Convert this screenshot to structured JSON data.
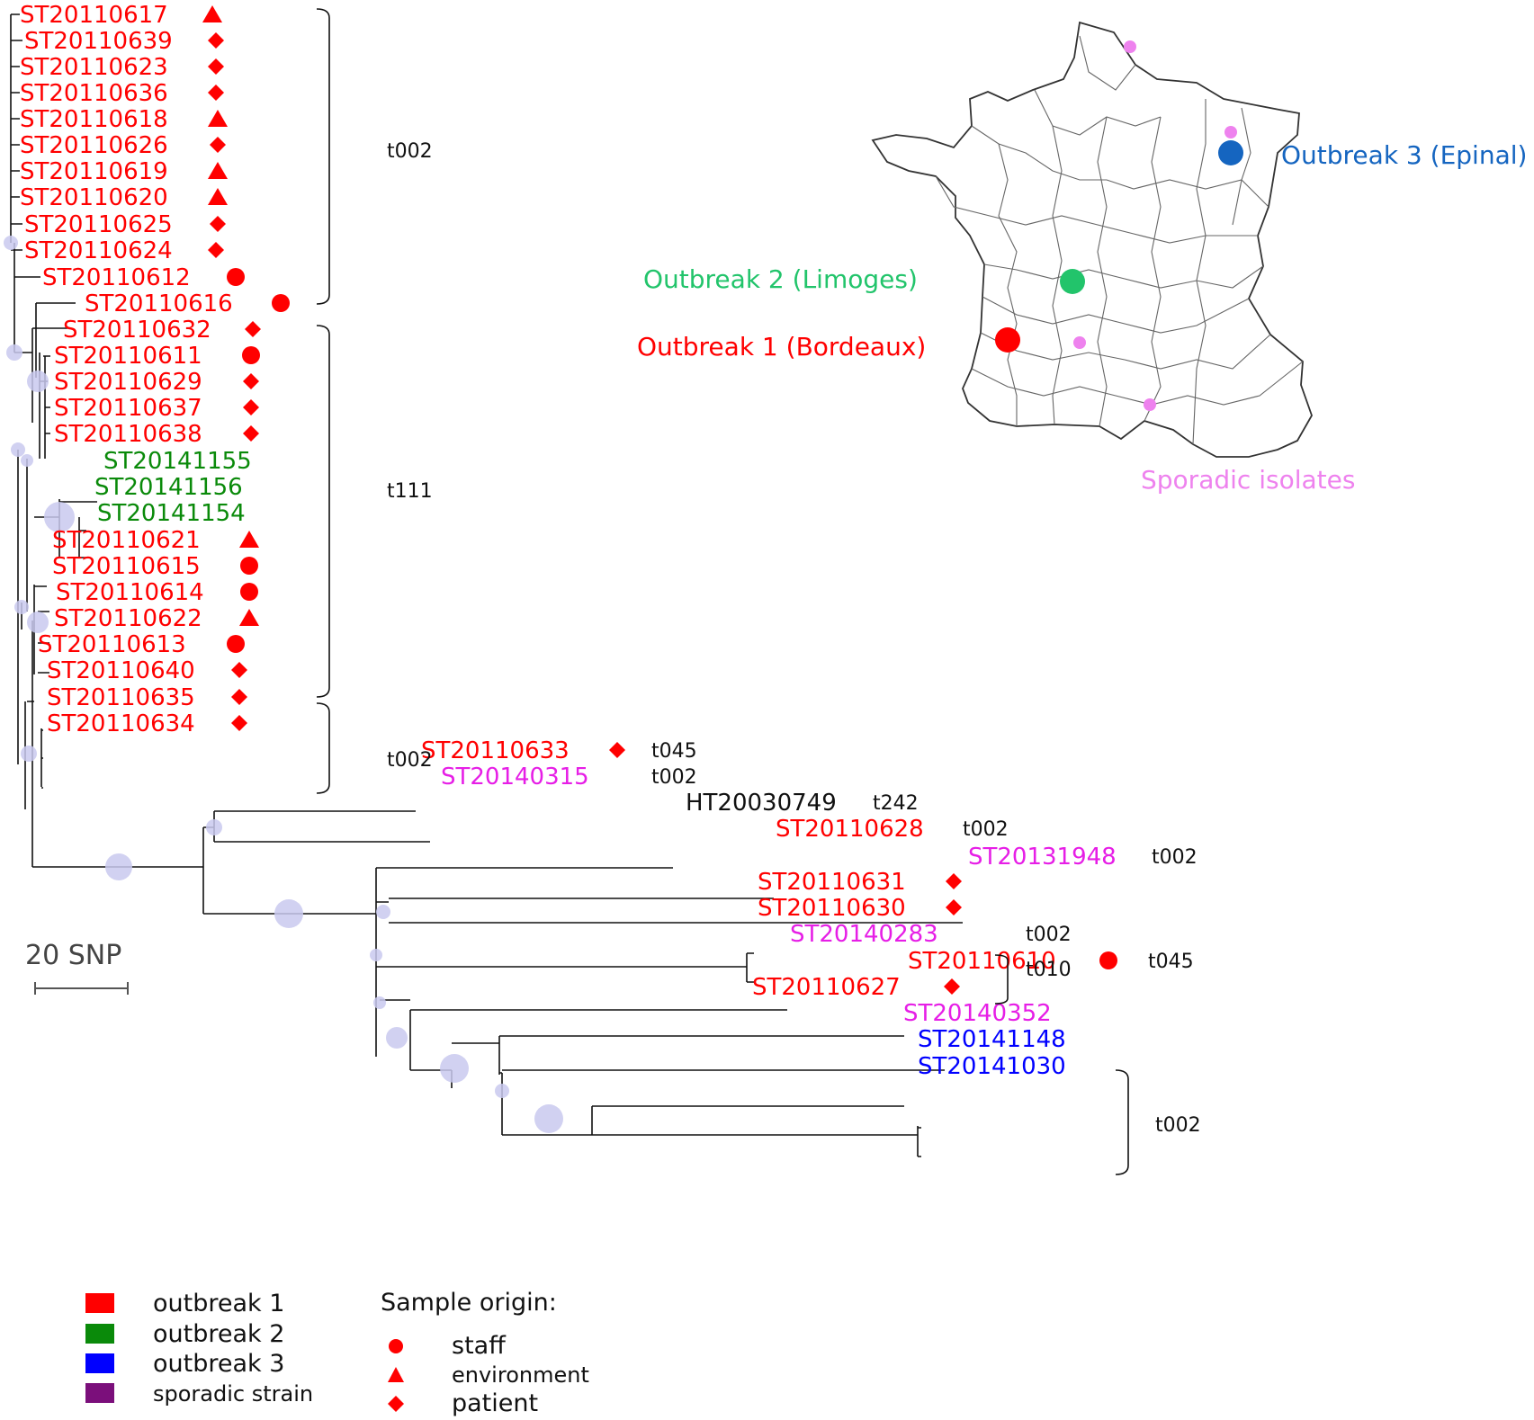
{
  "colors": {
    "outbreak1": "#ff0000",
    "outbreak2": "#0a8a0a",
    "outbreak3": "#0000ff",
    "sporadic": "#e61ee6",
    "other": "#111111",
    "node": "#c9c9ee",
    "map_outbreak1": "#ff0000",
    "map_outbreak2": "#22c46b",
    "map_outbreak3": "#1565c0",
    "map_sporadic": "#ee82ee"
  },
  "leaves": [
    {
      "label": "ST20110617",
      "group": "outbreak1",
      "origin": "environment"
    },
    {
      "label": "ST20110639",
      "group": "outbreak1",
      "origin": "patient"
    },
    {
      "label": "ST20110623",
      "group": "outbreak1",
      "origin": "patient"
    },
    {
      "label": "ST20110636",
      "group": "outbreak1",
      "origin": "patient"
    },
    {
      "label": "ST20110618",
      "group": "outbreak1",
      "origin": "environment"
    },
    {
      "label": "ST20110626",
      "group": "outbreak1",
      "origin": "patient"
    },
    {
      "label": "ST20110619",
      "group": "outbreak1",
      "origin": "environment"
    },
    {
      "label": "ST20110620",
      "group": "outbreak1",
      "origin": "environment"
    },
    {
      "label": "ST20110625",
      "group": "outbreak1",
      "origin": "patient"
    },
    {
      "label": "ST20110624",
      "group": "outbreak1",
      "origin": "patient"
    },
    {
      "label": "ST20110612",
      "group": "outbreak1",
      "origin": "staff"
    },
    {
      "label": "ST20110616",
      "group": "outbreak1",
      "origin": "staff"
    },
    {
      "label": "ST20110632",
      "group": "outbreak1",
      "origin": "patient"
    },
    {
      "label": "ST20110611",
      "group": "outbreak1",
      "origin": "staff"
    },
    {
      "label": "ST20110629",
      "group": "outbreak1",
      "origin": "patient"
    },
    {
      "label": "ST20110637",
      "group": "outbreak1",
      "origin": "patient"
    },
    {
      "label": "ST20110638",
      "group": "outbreak1",
      "origin": "patient"
    },
    {
      "label": "ST20141155",
      "group": "outbreak2",
      "origin": ""
    },
    {
      "label": "ST20141156",
      "group": "outbreak2",
      "origin": ""
    },
    {
      "label": "ST20141154",
      "group": "outbreak2",
      "origin": ""
    },
    {
      "label": "ST20110621",
      "group": "outbreak1",
      "origin": "environment"
    },
    {
      "label": "ST20110615",
      "group": "outbreak1",
      "origin": "staff"
    },
    {
      "label": "ST20110614",
      "group": "outbreak1",
      "origin": "staff"
    },
    {
      "label": "ST20110622",
      "group": "outbreak1",
      "origin": "environment"
    },
    {
      "label": "ST20110613",
      "group": "outbreak1",
      "origin": "staff"
    },
    {
      "label": "ST20110640",
      "group": "outbreak1",
      "origin": "patient"
    },
    {
      "label": "ST20110635",
      "group": "outbreak1",
      "origin": "patient"
    },
    {
      "label": "ST20110634",
      "group": "outbreak1",
      "origin": "patient"
    },
    {
      "label": "ST20110633",
      "group": "outbreak1",
      "origin": "patient",
      "spa": "t045"
    },
    {
      "label": "ST20140315",
      "group": "sporadic",
      "origin": "",
      "spa": "t002"
    },
    {
      "label": "HT20030749",
      "group": "other",
      "origin": "",
      "spa": "t242"
    },
    {
      "label": "ST20110628",
      "group": "outbreak1",
      "origin": "",
      "spa": "t002"
    },
    {
      "label": "ST20131948",
      "group": "sporadic",
      "origin": "",
      "spa": "t002"
    },
    {
      "label": "ST20110631",
      "group": "outbreak1",
      "origin": "patient"
    },
    {
      "label": "ST20110630",
      "group": "outbreak1",
      "origin": "patient"
    },
    {
      "label": "ST20140283",
      "group": "sporadic",
      "origin": "",
      "spa": "t002"
    },
    {
      "label": "ST20110610",
      "group": "outbreak1",
      "origin": "staff",
      "spa": "t045"
    },
    {
      "label": "ST20110627",
      "group": "outbreak1",
      "origin": "patient"
    },
    {
      "label": "ST20140352",
      "group": "sporadic",
      "origin": ""
    },
    {
      "label": "ST20141148",
      "group": "outbreak3",
      "origin": ""
    },
    {
      "label": "ST20141030",
      "group": "outbreak3",
      "origin": ""
    }
  ],
  "spa_groups": [
    {
      "label": "t002"
    },
    {
      "label": "t111"
    },
    {
      "label": "t002"
    },
    {
      "label": "t010"
    },
    {
      "label": "t002"
    }
  ],
  "scale_bar": {
    "label": "20 SNP"
  },
  "map": {
    "outbreak1_label": "Outbreak 1 (Bordeaux)",
    "outbreak2_label": "Outbreak 2 (Limoges)",
    "outbreak3_label": "Outbreak 3 (Epinal)",
    "sporadic_label": "Sporadic isolates"
  },
  "legend": {
    "groups": [
      {
        "label": "outbreak 1",
        "color": "#ff0000"
      },
      {
        "label": "outbreak 2",
        "color": "#0a8a0a"
      },
      {
        "label": "outbreak 3",
        "color": "#0000ff"
      },
      {
        "label": "sporadic strain",
        "color": "#7b0f7b"
      }
    ],
    "origin_title": "Sample origin:",
    "origins": [
      {
        "label": "staff",
        "shape": "circle"
      },
      {
        "label": "environment",
        "shape": "triangle"
      },
      {
        "label": "patient",
        "shape": "diamond"
      }
    ]
  }
}
